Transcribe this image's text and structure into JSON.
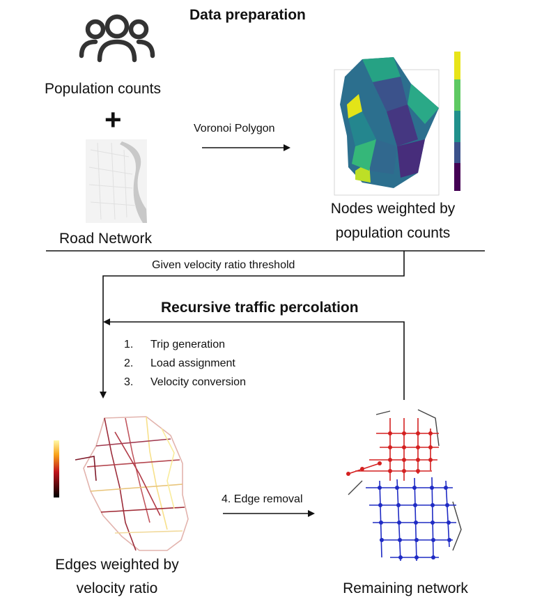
{
  "section_data_prep": {
    "title": "Data preparation"
  },
  "inputs": {
    "population_label": "Population counts",
    "plus_sign": "+",
    "road_label": "Road Network"
  },
  "voronoi": {
    "arrow_label": "Voronoi Polygon"
  },
  "nodes_weighted": {
    "line1": "Nodes weighted by",
    "line2": "population counts"
  },
  "threshold": {
    "label": "Given velocity ratio threshold"
  },
  "section_percolation": {
    "title": "Recursive traffic percolation"
  },
  "steps": {
    "items": [
      {
        "num": "1.",
        "text": "Trip generation"
      },
      {
        "num": "2.",
        "text": "Load assignment"
      },
      {
        "num": "3.",
        "text": "Velocity conversion"
      }
    ]
  },
  "edge_removal": {
    "label": "4. Edge removal"
  },
  "edges_weighted": {
    "line1": "Edges weighted by",
    "line2": "velocity ratio"
  },
  "remaining": {
    "label": "Remaining network"
  },
  "colors": {
    "red_cluster": "#d42020",
    "blue_cluster": "#1f2bc4",
    "line": "#111111"
  }
}
